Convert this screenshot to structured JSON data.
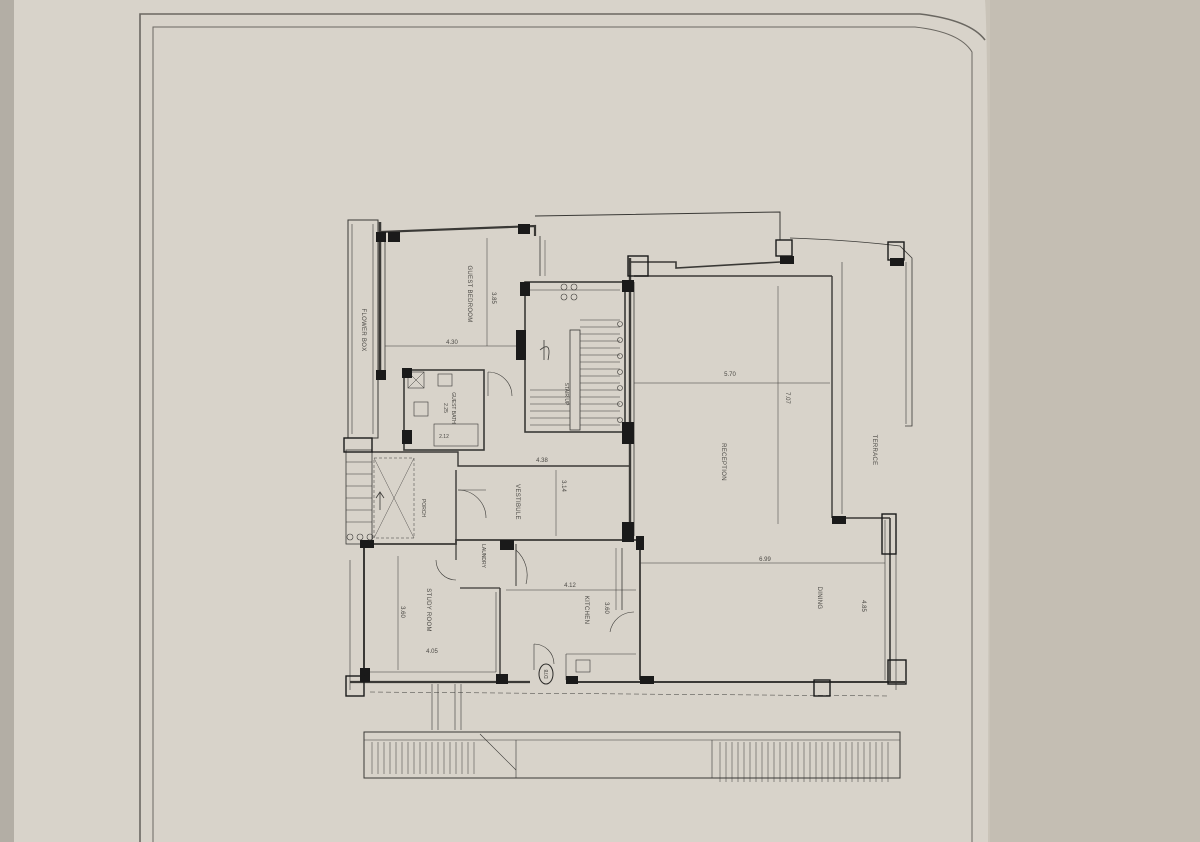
{
  "colors": {
    "background": "#c9c3b8",
    "paper": "#d9d4cb",
    "ink": "#2b2a28",
    "pillar": "#1a1a1a",
    "thin_line": "#6f6c66"
  },
  "rooms": {
    "guest_bedroom": "GUEST BEDROOM",
    "flower_box": "FLOWER BOX",
    "guest_bath": "GUEST BATH",
    "stair_label": "STAIR UP",
    "vestibule": "VESTIBULE",
    "porch": "PORCH",
    "reception": "RECEPTION",
    "terrace": "TERRACE",
    "dining": "DINING",
    "laundry": "LAUNDRY",
    "kitchen": "KITCHEN",
    "study_room": "STUDY ROOM"
  },
  "dimensions": {
    "guest_bedroom_width": "4.30",
    "guest_bedroom_depth": "3.85",
    "bath_w": "2.25",
    "bath_d": "2.12",
    "vestibule_w": "4.38",
    "vestibule_d": "3.14",
    "reception_w": "5.70",
    "reception_d": "7.07",
    "dining_w": "6.99",
    "dining_d": "4.85",
    "kitchen_w": "4.12",
    "kitchen_d": "3.60",
    "study_w": "4.05",
    "study_d": "3.60"
  },
  "tags": {
    "door_tag": "D78"
  }
}
